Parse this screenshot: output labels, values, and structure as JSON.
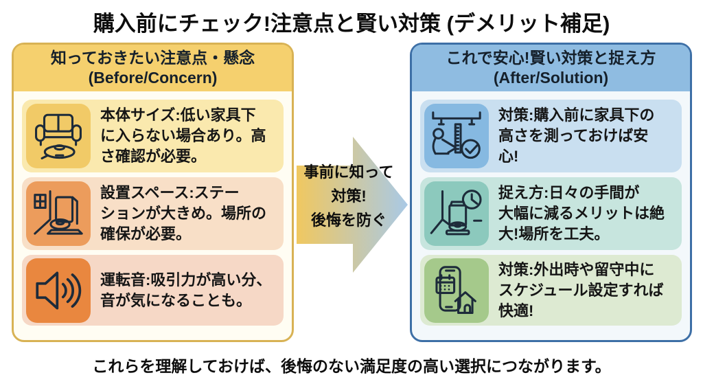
{
  "title": "購入前にチェック!注意点と賢い対策 (デメリット補足)",
  "footer": "これらを理解しておけば、後悔のない満足度の高い選択につながります。",
  "left_panel": {
    "header": "知っておきたい注意点・懸念\n(Before/Concern)",
    "border": "#D8B254",
    "header_bg": "#F5D06E",
    "body_bg": "#FFFDF3",
    "items": [
      {
        "icon": "sofa-robot-vacuum-icon",
        "text": "本体サイズ:低い家具下\nに入らない場合あり。高\nさ確認が必要。",
        "bg": "#FAE9AE",
        "icon_bg": "#F1CA67"
      },
      {
        "icon": "dock-station-corner-icon",
        "text": "設置スペース:ステー\nションが大きめ。場所の\n確保が必要。",
        "bg": "#F8DFC7",
        "icon_bg": "#EC9C5C"
      },
      {
        "icon": "speaker-sound-icon",
        "text": "運転音:吸引力が高い分、\n音が気になることも。",
        "bg": "#F6D8C6",
        "icon_bg": "#E9873F"
      }
    ]
  },
  "arrow": {
    "text": "事前に知って\n対策!\n後悔を防ぐ",
    "gradient_from": "#F0C860",
    "gradient_to": "#A9C9E6"
  },
  "right_panel": {
    "header": "これで安心!賢い対策と捉え方\n(After/Solution)",
    "border": "#3D6FA6",
    "header_bg": "#8FBCE1",
    "body_bg": "#F3F8FB",
    "items": [
      {
        "icon": "measure-height-check-icon",
        "text": "対策:購入前に家具下の\n高さを測っておけば安\n心!",
        "bg": "#C9DFF0",
        "icon_bg": "#86B9E1"
      },
      {
        "icon": "station-clock-icon",
        "text": "捉え方:日々の手間が\n大幅に減るメリットは絶\n大!場所を工夫。",
        "bg": "#C7E5DE",
        "icon_bg": "#8CC9BD"
      },
      {
        "icon": "phone-schedule-home-icon",
        "text": "対策:外出時や留守中に\nスケジュール設定すれば\n快適!",
        "bg": "#DDEAD2",
        "icon_bg": "#A5C98B"
      }
    ]
  }
}
